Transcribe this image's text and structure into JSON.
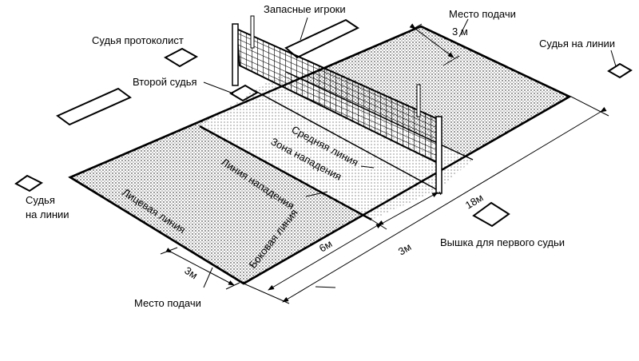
{
  "labels": {
    "substitutes": "Запасные игроки",
    "serve_zone_top": "Место подачи",
    "three_m_top": "3 м",
    "scorekeeper": "Судья протоколист",
    "line_judge_right": "Судья на линии",
    "second_referee": "Второй судья",
    "center_line": "Средняя линия",
    "attack_zone": "Зона нападения",
    "attack_line": "Линия нападения",
    "eighteen_m": "18м",
    "three_m_side": "3м",
    "line_judge_left_1": "Судья",
    "line_judge_left_2": "на линии",
    "end_line": "Лицевая линия",
    "side_line": "Боковая линия",
    "six_m": "6м",
    "first_referee_stand": "Вышка для первого судьи",
    "three_m_bottom": "3м",
    "serve_zone_bottom": "Место подачи"
  },
  "colors": {
    "ink": "#000000",
    "court": "#ffffff"
  }
}
